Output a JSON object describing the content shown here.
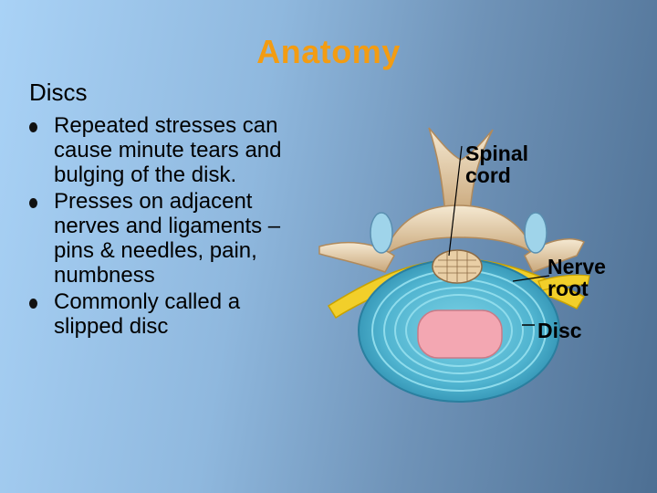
{
  "slide": {
    "title": "Anatomy",
    "subheading": "Discs",
    "bullets": [
      "Repeated stresses can cause minute tears and bulging of the disk.",
      "Presses on adjacent nerves and ligaments – pins & needles, pain, numbness",
      "Commonly called a slipped disc"
    ]
  },
  "diagram": {
    "labels": {
      "spinal_cord_line1": "Spinal",
      "spinal_cord_line2": "cord",
      "nerve_root_line1": "Nerve",
      "nerve_root_line2": "root",
      "disc": "Disc"
    }
  },
  "colors": {
    "title": "#f39c12",
    "disc_outer": "#4fb3cf",
    "nucleus": "#f3a7b2",
    "nerve": "#f2cf2a",
    "bone": "#e9d6b3"
  }
}
